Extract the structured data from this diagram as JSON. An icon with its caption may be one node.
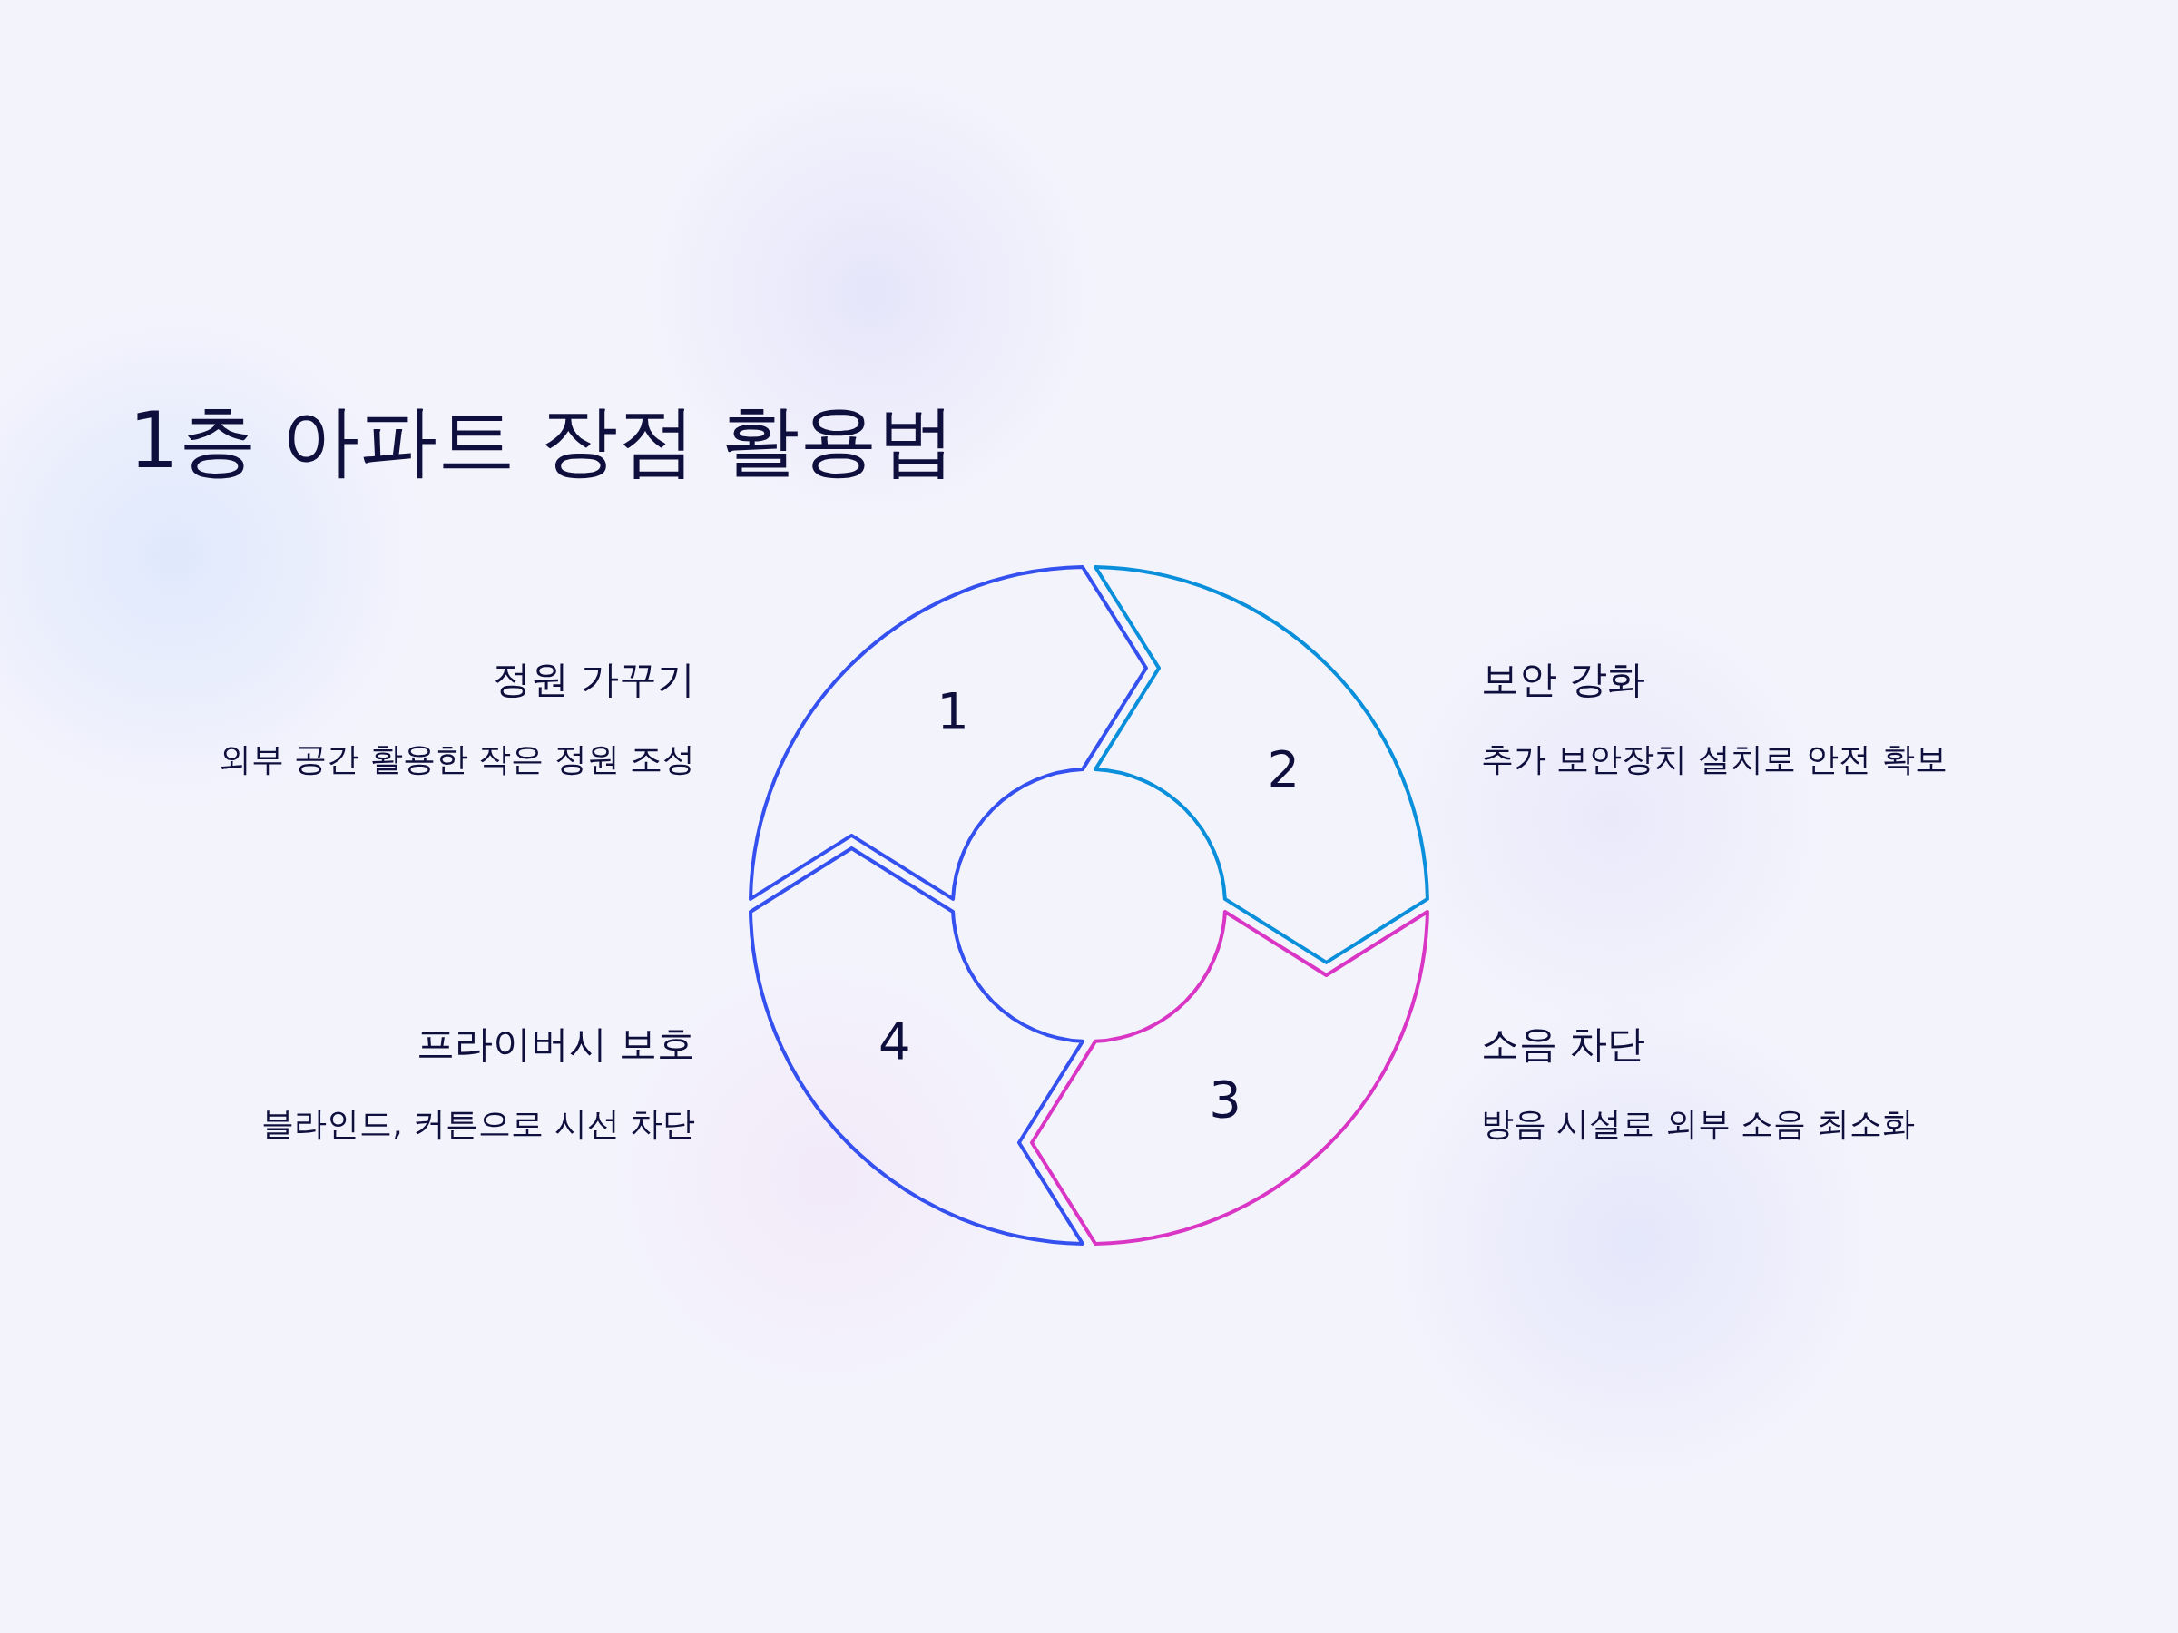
{
  "diagram": {
    "title": "1층 아파트 장점 활용법",
    "nodes": [
      {
        "text": [
          "1"
        ],
        "beside": [
          "정원 가꾸기",
          "외부 공간 활용한 작은 정원 조성"
        ]
      },
      {
        "text": [
          "2"
        ],
        "beside": [
          "보안 강화",
          "추가 보안장치 설치로 안전 확보"
        ]
      },
      {
        "text": [
          "3"
        ],
        "beside": [
          "소음 차단",
          "방음 시설로 외부 소음 최소화"
        ]
      },
      {
        "text": [
          "4"
        ],
        "beside": [
          "프라이버시 보호",
          "블라인드, 커튼으로 시선 차단"
        ]
      }
    ]
  }
}
